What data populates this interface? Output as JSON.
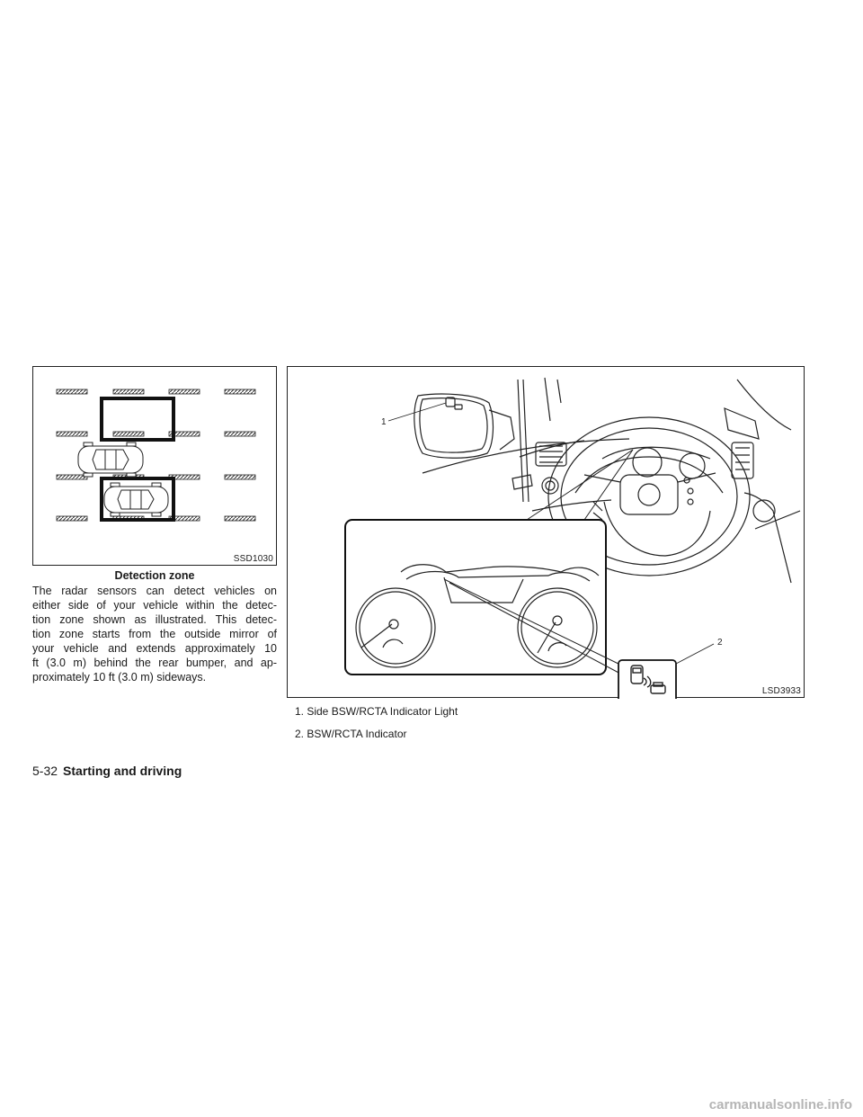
{
  "figure1": {
    "code": "SSD1030",
    "caption": "Detection zone"
  },
  "body_text": [
    "The radar sensors can detect vehicles on",
    "either side of your vehicle within the detec-",
    "tion zone shown as illustrated. This detec-",
    "tion zone starts from the outside mirror of",
    "your vehicle and extends approximately 10",
    "ft (3.0 m) behind the rear bumper, and ap-",
    "proximately 10 ft (3.0 m) sideways."
  ],
  "figure2": {
    "code": "LSD3933",
    "callouts": [
      "1",
      "2"
    ],
    "legend": [
      "1. Side BSW/RCTA Indicator Light",
      "2. BSW/RCTA Indicator"
    ]
  },
  "footer": {
    "page_number": "5-32",
    "section": "Starting and driving"
  },
  "watermark": "carmanualsonline.info"
}
